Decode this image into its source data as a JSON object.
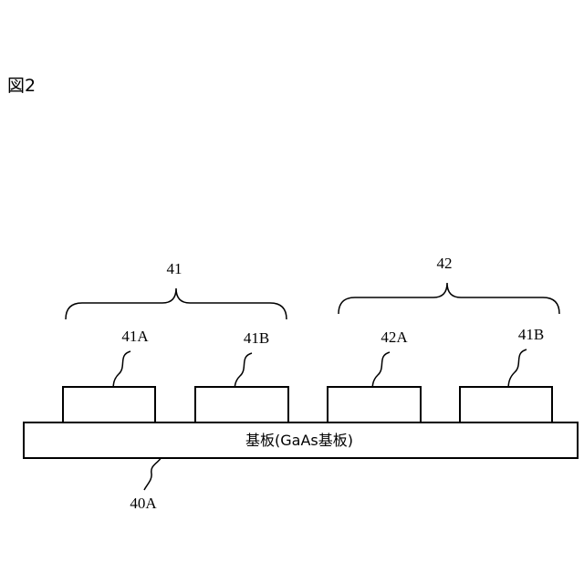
{
  "figure": {
    "label": "図2"
  },
  "substrate": {
    "text": "基板(GaAs基板)",
    "ref": "40A"
  },
  "groups": [
    {
      "ref": "41",
      "elements": [
        {
          "ref": "41A"
        },
        {
          "ref": "41B"
        }
      ]
    },
    {
      "ref": "42",
      "elements": [
        {
          "ref": "42A"
        },
        {
          "ref": "41B"
        }
      ]
    }
  ]
}
